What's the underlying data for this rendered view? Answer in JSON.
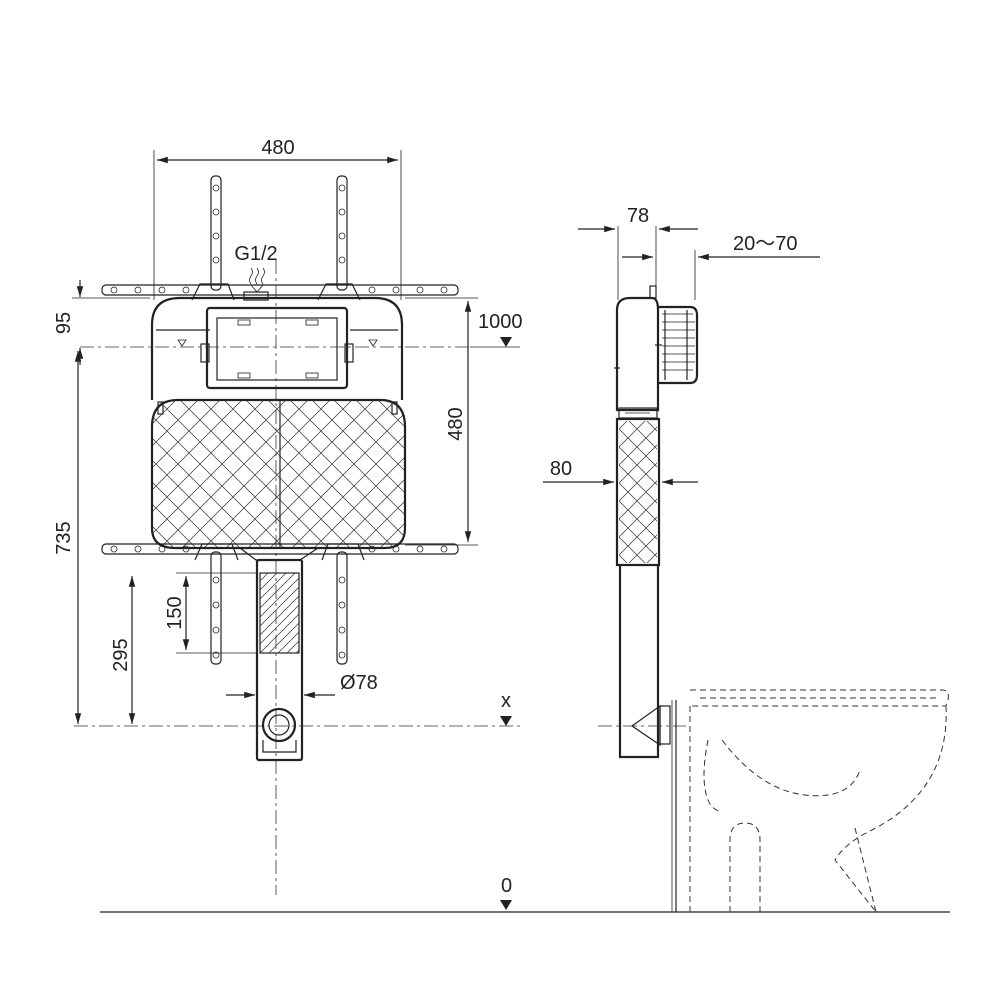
{
  "dimensions": {
    "frame_width": "480",
    "thread": "G1/2",
    "top_offset": "95",
    "height_mark": "1000",
    "tank_height": "480",
    "total_height": "735",
    "pipe_length": "150",
    "outlet_height": "295",
    "outlet_diameter": "Ø78",
    "axis_x": "x",
    "floor_level": "0",
    "side_depth": "78",
    "wall_range": "20～70",
    "tank_depth": "80"
  },
  "colors": {
    "line": "#222222",
    "background": "#ffffff"
  }
}
